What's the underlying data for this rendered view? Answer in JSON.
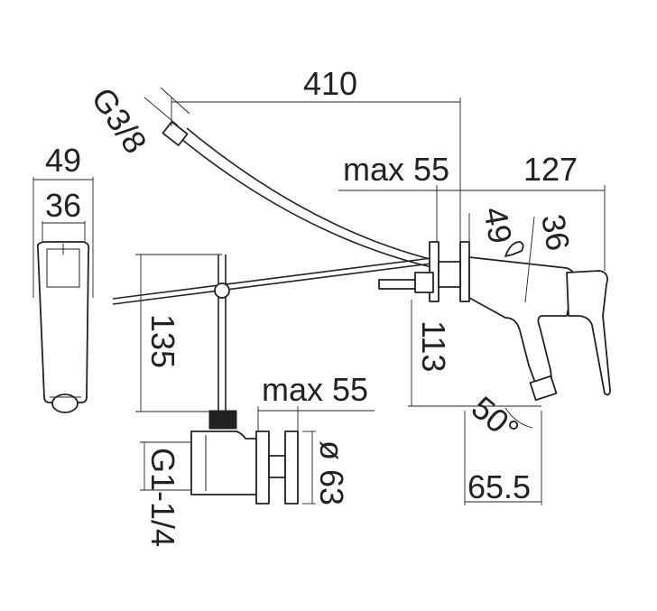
{
  "dimensions": {
    "thread_inlet": "G3/8",
    "hose_length": "410",
    "side_width": "49",
    "side_inner_width": "36",
    "deck_thickness_top": "max 55",
    "spout_reach": "127",
    "handle_49": "49",
    "handle_36": "36",
    "rod_height": "135",
    "body_height": "113",
    "deck_thickness_bottom": "max 55",
    "waste_thread": "G1-1/4",
    "waste_diameter": "ø 63",
    "angle": "50°",
    "outlet_offset": "65.5"
  }
}
